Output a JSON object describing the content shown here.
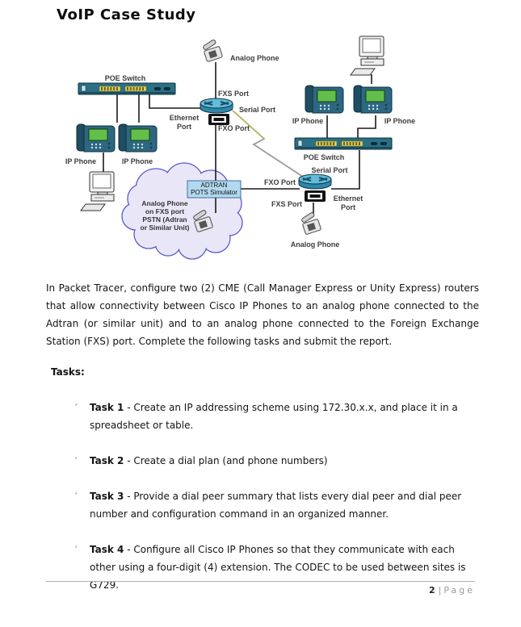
{
  "page": {
    "title": "VoIP Case Study",
    "footer": {
      "page_number": "2",
      "separator": "|",
      "page_word": "Page"
    }
  },
  "diagram": {
    "site_a": {
      "poe_switch_label": "POE Switch",
      "analog_phone_label": "Analog Phone",
      "fxs_port_label": "FXS Port",
      "serial_port_label": "Serial Port",
      "ethernet_label_line1": "Ethernet",
      "ethernet_label_line2": "Port",
      "fxo_port_label": "FXO Port",
      "ip_phone1_label": "IP Phone",
      "ip_phone2_label": "IP Phone"
    },
    "site_b": {
      "poe_switch_label": "POE Switch",
      "analog_phone_label": "Analog Phone",
      "fxs_port_label": "FXS Port",
      "serial_port_label": "Serial Port",
      "ethernet_label_line1": "Ethernet",
      "ethernet_label_line2": "Port",
      "fxo_port_label": "FXO Port",
      "ip_phone1_label": "IP Phone",
      "ip_phone2_label": "IP Phone"
    },
    "cloud": {
      "adtran_line1": "ADTRAN",
      "adtran_line2": "POTS Simulator",
      "text_line1": "Analog Phone",
      "text_line2": "on FXS port",
      "text_line3": "PSTN (Adtran",
      "text_line4": "or Similar Unit)"
    },
    "colors": {
      "switch_teal": "#2a7086",
      "router_blue": "#2f86ac",
      "phone_screen_green": "#62bf49",
      "cloud_fill": "#e9e7f7",
      "cloud_border": "#5a5acb",
      "adtran_fill": "#b3d9ef",
      "adtran_border": "#3c6e9f",
      "serial_link_olive": "#b8b85e"
    }
  },
  "body": {
    "intro": "In Packet Tracer, configure two (2) CME (Call Manager Express or Unity Express) routers that allow connectivity between Cisco IP Phones to an analog phone connected to the Adtran (or similar unit) and to an analog phone connected to the Foreign Exchange Station (FXS) port. Complete the following tasks and submit the report.",
    "tasks_heading": "Tasks:",
    "bullet_icon": "ˊ",
    "tasks": [
      {
        "bold": "Task 1",
        "text": " - Create an IP addressing scheme using 172.30.x.x, and place it in a spreadsheet or table."
      },
      {
        "bold": "Task 2",
        "text": " - Create a dial plan (and phone numbers)"
      },
      {
        "bold": "Task 3",
        "text": " - Provide a dial peer summary that lists every dial peer and dial peer number and configuration command in an organized manner."
      },
      {
        "bold": "Task 4",
        "text": " - Configure all Cisco IP Phones so that they communicate with each other using a four-digit (4) extension. The CODEC to be used between sites is G729."
      }
    ]
  }
}
